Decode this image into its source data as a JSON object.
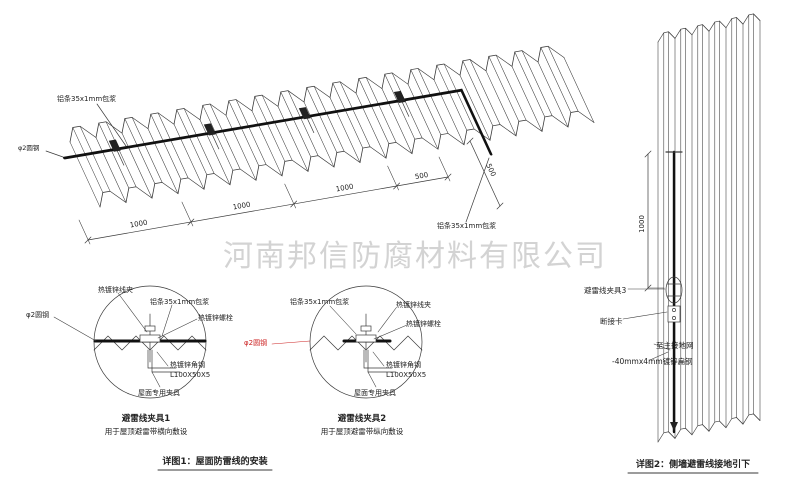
{
  "watermark": "河南邦信防腐材料有限公司",
  "fig1": {
    "caption": "详图1：屋面防雷线的安装",
    "roof": {
      "strip_top": "铝条35x1mm包浆",
      "strip_bottom": "铝条35x1mm包浆",
      "rod": "φ2圆钢",
      "dims": [
        "1000",
        "1000",
        "1000",
        "500",
        "500"
      ]
    },
    "detail1": {
      "title": "避雷线夹具1",
      "subtitle": "用于屋顶避雷带横向敷设",
      "clamp": "热镀锌线夹",
      "strip": "铝条35x1mm包浆",
      "bolt": "热镀锌螺栓",
      "rod": "φ2圆钢",
      "angle": "热镀锌角钢",
      "angle_size": "L100X50X5",
      "fixture": "屋面专用夹具"
    },
    "detail2": {
      "title": "避雷线夹具2",
      "subtitle": "用于屋顶避雷带纵向敷设",
      "clamp": "热镀锌线夹",
      "strip": "铝条35x1mm包浆",
      "bolt": "热镀锌螺栓",
      "rod": "φ2圆钢",
      "angle": "热镀锌角钢",
      "angle_size": "L100X50X5",
      "fixture": "屋面专用夹具"
    }
  },
  "fig2": {
    "caption": "详图2：侧墙避雷线接地引下",
    "dim": "1000",
    "clamp3": "避雷线夹具3",
    "disconnect": "断接卡",
    "to_ground": "至主接地网",
    "flat_steel": "-40mmx4mm镀锌扁钢"
  },
  "colors": {
    "line": "#3a3a3a",
    "accent_red": "#cc2222",
    "watermark_gray": "#bdbdbd"
  }
}
